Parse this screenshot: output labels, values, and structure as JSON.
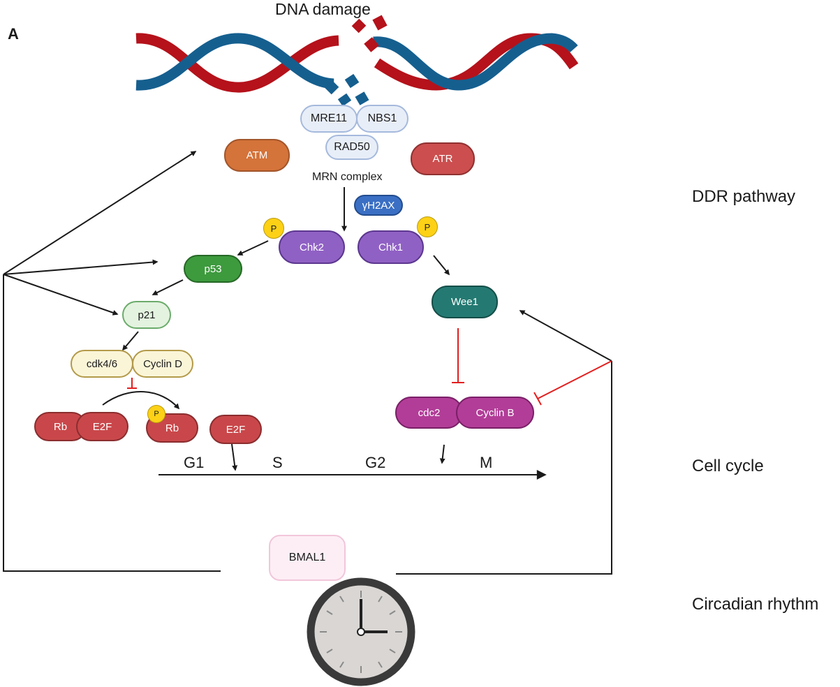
{
  "panel_label": "A",
  "title": "DNA damage",
  "levels": {
    "ddr": "DDR pathway",
    "cell_cycle": "Cell cycle",
    "circadian": "Circadian rhythm"
  },
  "mrn": {
    "mre11": "MRE11",
    "nbs1": "NBS1",
    "rad50": "RAD50",
    "label": "MRN complex"
  },
  "proteins": {
    "atm": "ATM",
    "atr": "ATR",
    "gh2ax": "γH2AX",
    "chk2": "Chk2",
    "chk1": "Chk1",
    "p53": "p53",
    "wee1": "Wee1",
    "p21": "p21",
    "cdk46": "cdk4/6",
    "cyclin_d": "Cyclin D",
    "rb": "Rb",
    "e2f": "E2F",
    "rb_p": "Rb",
    "e2f_free": "E2F",
    "cdc2": "cdc2",
    "cyclin_b": "Cyclin B",
    "bmal1": "BMAL1"
  },
  "phospho": "P",
  "phases": [
    "G1",
    "S",
    "G2",
    "M"
  ],
  "colors": {
    "dna_red": "#b5121b",
    "dna_blue": "#155f8f",
    "atm": "#d4733a",
    "atr": "#cc4e4e",
    "chk": "#9061c4",
    "p53": "#3d9a3d",
    "wee1": "#247a72",
    "rb": "#c9474a",
    "cdc": "#b23d98",
    "gh2ax": "#3a6fc4",
    "inhibit": "#e31e1e",
    "arrow": "#1a1a1a"
  },
  "icons": {
    "clock": "clock-icon",
    "dna": "dna-double-helix-icon"
  }
}
